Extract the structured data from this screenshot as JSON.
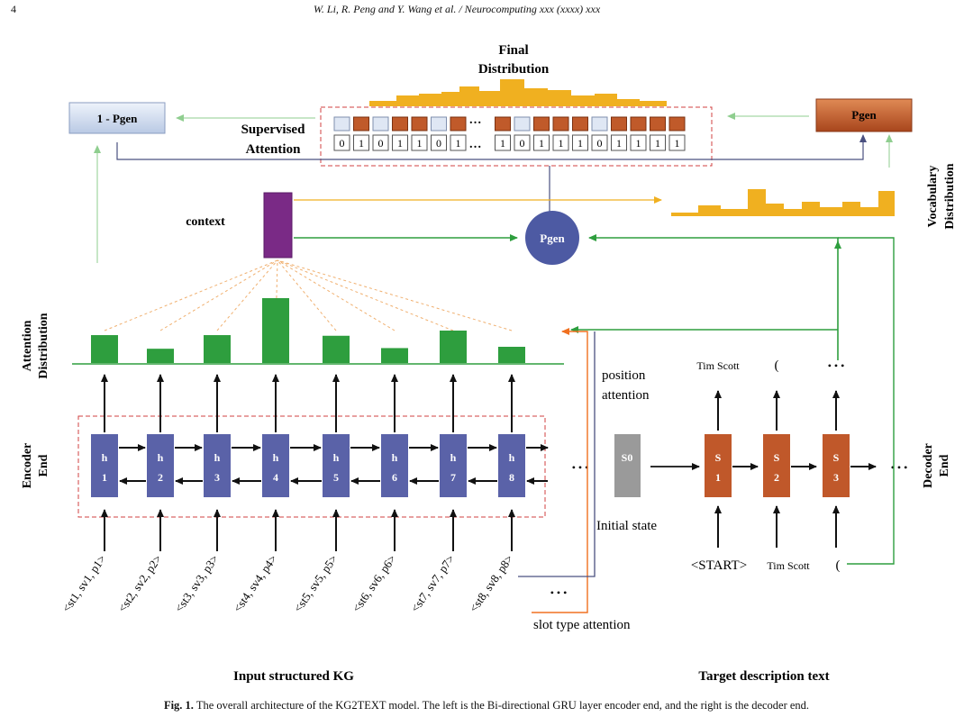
{
  "header": {
    "page_number": "4",
    "running_title": "W. Li, R. Peng and Y. Wang et al. / Neurocomputing xxx (xxxx) xxx"
  },
  "diagram": {
    "final_distribution": [
      "Final",
      "Distribution"
    ],
    "one_minus_pgen": "1 - Pgen",
    "pgen_box": "Pgen",
    "supervised_attention": [
      "Supervised",
      "Attention"
    ],
    "attention_bits": [
      "0",
      "1",
      "0",
      "1",
      "1",
      "0",
      "1",
      "1",
      "0",
      "1",
      "1",
      "1",
      "0",
      "1",
      "1",
      "1",
      "1"
    ],
    "ellipsis": "…",
    "context": "context",
    "pgen_node": "Pgen",
    "vocabulary_distribution": [
      "Vocabulary",
      "Distribution"
    ],
    "attention_distribution": [
      "Attention",
      "Distribution"
    ],
    "encoder_end": [
      "Encoder",
      "End"
    ],
    "decoder_end": [
      "Decoder",
      "End"
    ],
    "encoder_states": [
      "h1",
      "h2",
      "h3",
      "h4",
      "h5",
      "h6",
      "h7",
      "h8"
    ],
    "attention_values": [
      0.43,
      0.22,
      0.43,
      1.0,
      0.42,
      0.23,
      0.5,
      0.25
    ],
    "initial_state_cell": "S0",
    "decoder_states": [
      "S1",
      "S2",
      "S3"
    ],
    "position_attention": [
      "position",
      "attention"
    ],
    "initial_state": "Initial state",
    "slot_type_attention": "slot type attention",
    "decoder_outputs": [
      "Tim Scott",
      "(",
      "• • •"
    ],
    "decoder_inputs": [
      "<START>",
      "Tim Scott",
      "("
    ],
    "inputs": [
      "<st1, sv1, p1>",
      "<st2, sv2, p2>",
      "<st3, sv3, p3>",
      "<st4, sv4, p4>",
      "<st5, sv5, p5>",
      "<st6, sv6, p6>",
      "<st7, sv7, p7>",
      "<st8, sv8, p8>"
    ],
    "input_kg_label": "Input structured KG",
    "target_text_label": "Target description text",
    "dots": "• • •"
  },
  "caption": {
    "label": "Fig. 1.",
    "text": "The overall architecture of the KG2TEXT model. The left is the Bi-directional GRU layer encoder end, and the right is the decoder end."
  },
  "colors": {
    "encoder_cell": "#5a62a8",
    "decoder_cell": "#c0582a",
    "initial_cell": "#9a9a9a",
    "attention_bar": "#2e9e3e",
    "distribution_bar": "#f0b020",
    "context_bar": "#7a2a86",
    "pgen_node": "#4d5aa3",
    "green_line": "#2e9e3e",
    "orange_line": "#f07020",
    "navy_line": "#4a5080",
    "dashed_red": "#d04040"
  }
}
